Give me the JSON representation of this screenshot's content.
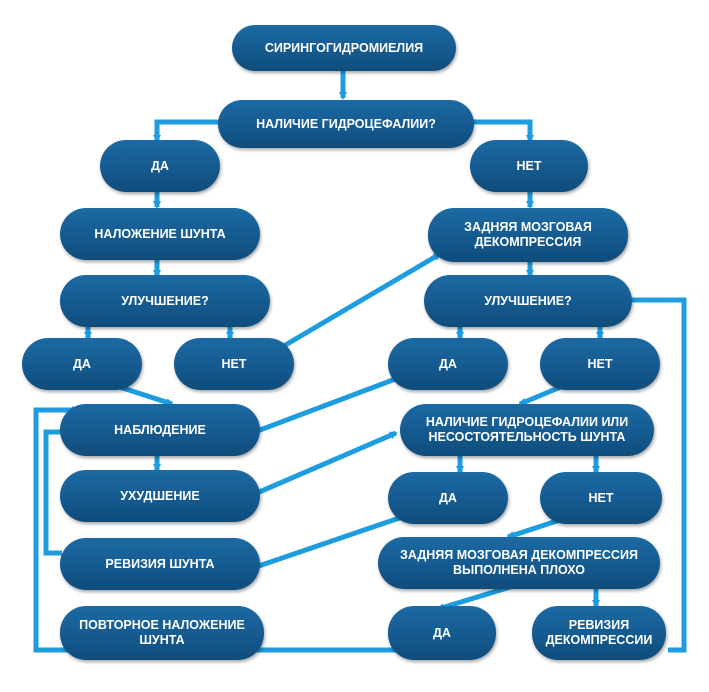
{
  "colors": {
    "node": "#155a8f",
    "arrow": "#1d9de0",
    "background": "#ffffff"
  },
  "nodes": {
    "syringo": "СИРИНГОГИДРОМИЕЛИЯ",
    "hydro_q": "НАЛИЧИЕ ГИДРОЦЕФАЛИИ?",
    "yes1": "ДА",
    "no1": "НЕТ",
    "shunt": "НАЛОЖЕНИЕ ШУНТА",
    "post_decomp": "ЗАДНЯЯ МОЗГОВАЯ\nДЕКОМПРЕССИЯ",
    "improve_left": "УЛУЧШЕНИЕ?",
    "improve_right": "УЛУЧШЕНИЕ?",
    "yes_l": "ДА",
    "no_l": "НЕТ",
    "yes_r": "ДА",
    "no_r": "НЕТ",
    "observe": "НАБЛЮДЕНИЕ",
    "hydro_or_fail": "НАЛИЧИЕ ГИДРОЦЕФАЛИИ ИЛИ\nНЕСОСТОЯТЕЛЬНОСТЬ ШУНТА",
    "worse": "УХУДШЕНИЕ",
    "yes_h": "ДА",
    "no_h": "НЕТ",
    "shunt_rev": "РЕВИЗИЯ ШУНТА",
    "decomp_poor": "ЗАДНЯЯ МОЗГОВАЯ ДЕКОМПРЕССИЯ\nВЫПОЛНЕНА ПЛОХО",
    "reshunt": "ПОВТОРНОЕ НАЛОЖЕНИЕ\nШУНТА",
    "yes_p": "ДА",
    "decomp_rev": "РЕВИЗИЯ\nДЕКОМПРЕССИИ"
  }
}
